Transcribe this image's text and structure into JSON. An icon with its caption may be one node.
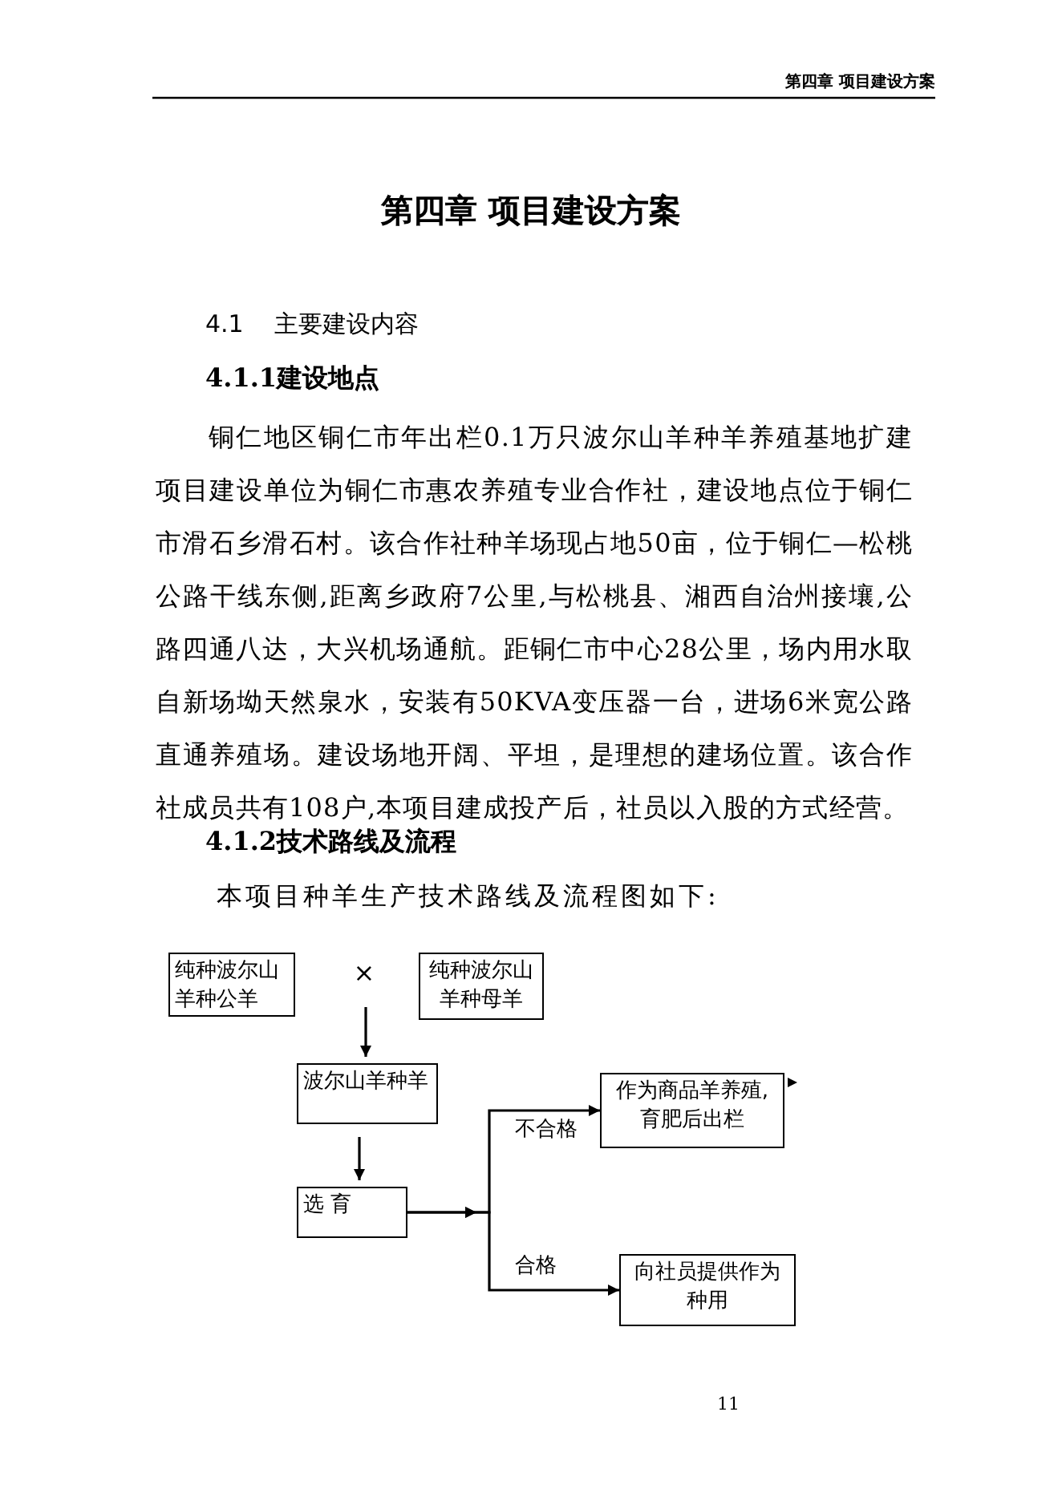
{
  "diagram": {
    "title": "第四章  项目建设方案",
    "nodes": [
      {
        "text": [
          "纯种波尔山羊种公羊"
        ]
      },
      {
        "text": [
          "纯种波尔山羊种母羊"
        ]
      },
      {
        "text": [
          "波尔山羊种羊"
        ]
      },
      {
        "text": [
          "选 育"
        ]
      },
      {
        "text": [
          "作为商品羊养殖,育肥后出栏"
        ]
      },
      {
        "text": [
          "向社员提供作为种用"
        ]
      },
      {
        "text": [
          "×"
        ]
      }
    ],
    "edges": [
      {
        "from": 6,
        "to": 2,
        "arrow": "to"
      },
      {
        "from": 2,
        "to": 3,
        "arrow": "to"
      },
      {
        "from": 3,
        "to": 4,
        "arrow": "to",
        "label": "不合格"
      },
      {
        "from": 3,
        "to": 5,
        "arrow": "to",
        "label": "合格"
      }
    ],
    "labels": [
      "第四章  项目建设方案",
      "4.1    主要建设内容",
      "4.1.1建设地点",
      "铜仁地区铜仁市年出栏0.1万只波尔山羊种羊养殖基地扩建项目建设单位为铜仁市惠农养殖专业合作社，建设地点位于铜仁市滑石乡滑石村。该合作社种羊场现占地50亩，位于铜仁—松桃公路干线东侧,距离乡政府7公里,与松桃县、湘西自治州接壤,公路四通八达，大兴机场通航。距铜仁市中心28公里，场内用水取自新场坳天然泉水，安装有50KVA变压器一台，进场6米宽公路直通养殖场。建设场地开阔、平坦，是理想的建场位置。该合作社成员共有108户,本项目建成投产后，社员以入股的方式经营。",
      "4.1.2技术路线及流程",
      "本项目种羊生产技术路线及流程图如下:",
      "11"
    ]
  }
}
